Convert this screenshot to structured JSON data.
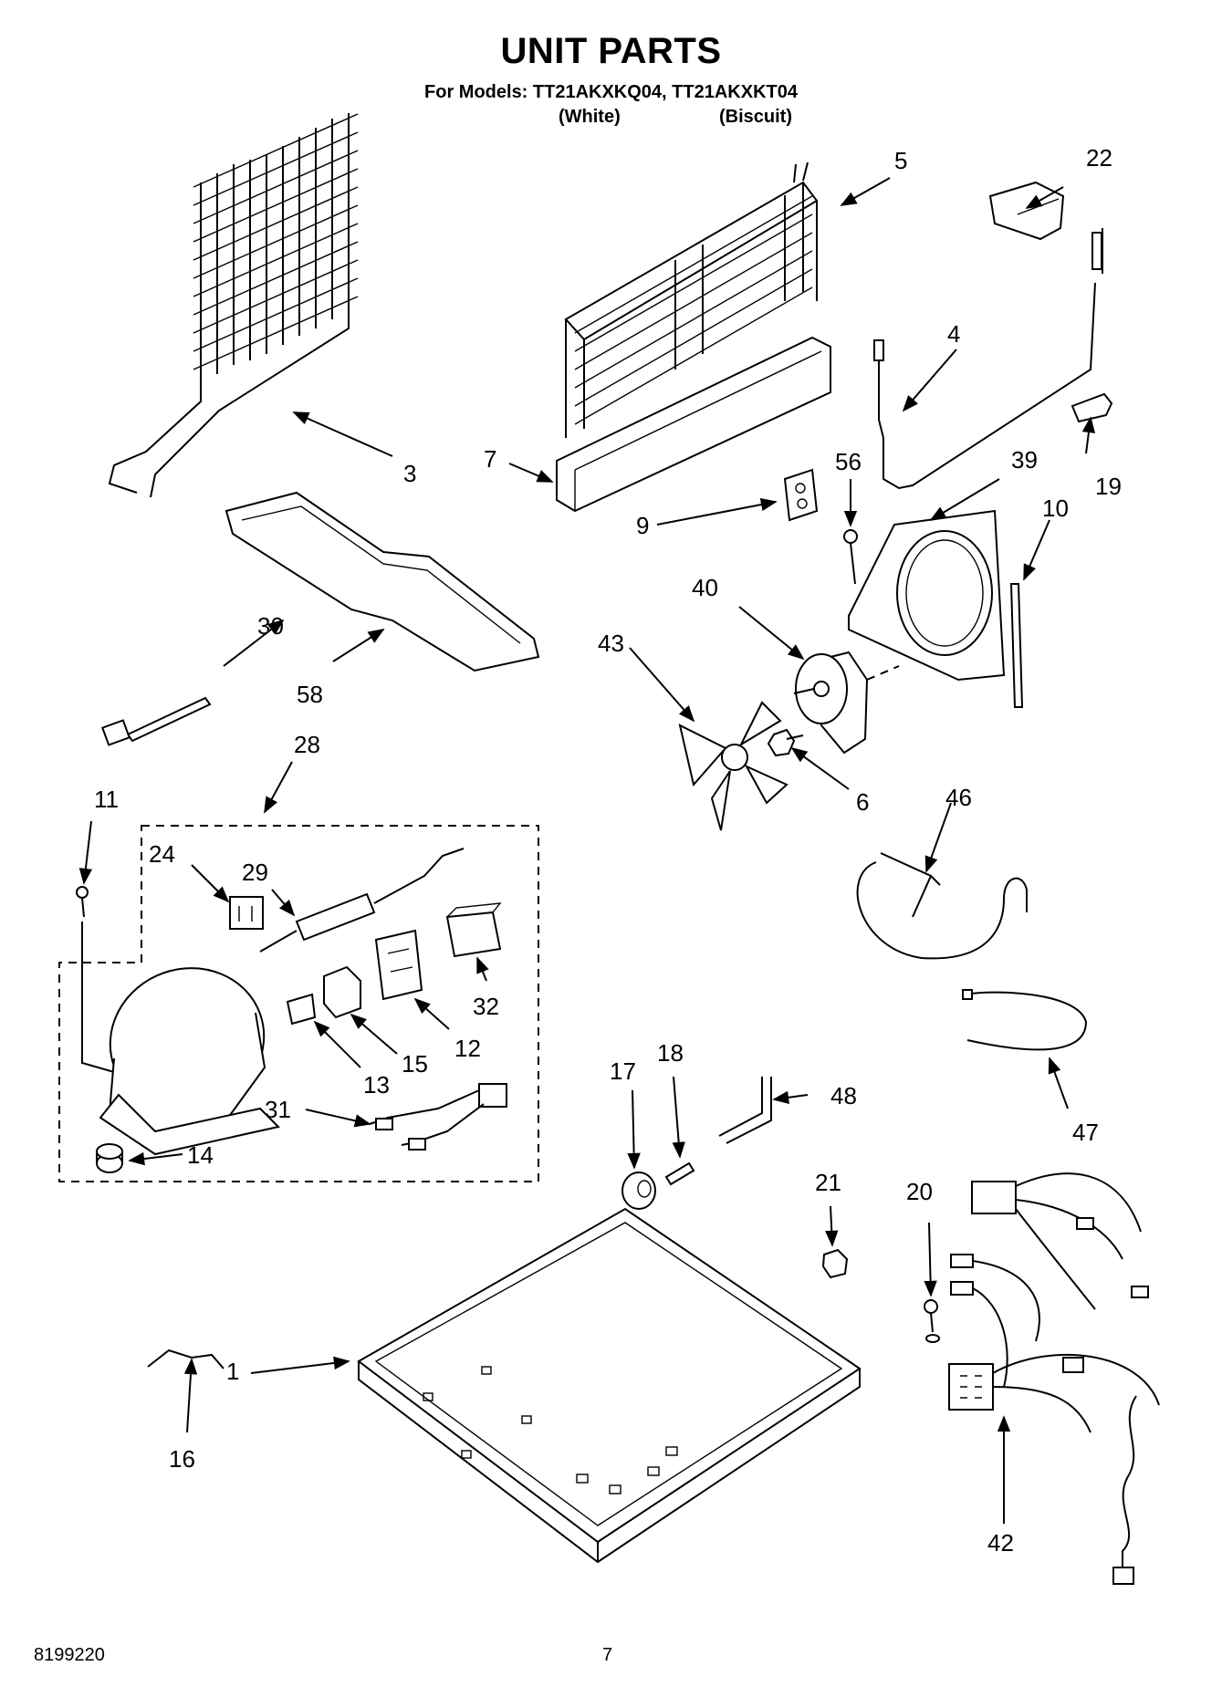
{
  "header": {
    "title": "UNIT PARTS",
    "models_line": "For Models: TT21AKXKQ04, TT21AKXKT04",
    "variant_white": "(White)",
    "variant_biscuit": "(Biscuit)"
  },
  "footer": {
    "document_number": "8199220",
    "page_number": "7"
  },
  "callouts": [
    "1",
    "3",
    "4",
    "5",
    "6",
    "7",
    "9",
    "10",
    "11",
    "12",
    "13",
    "14",
    "15",
    "16",
    "17",
    "18",
    "19",
    "20",
    "21",
    "22",
    "24",
    "28",
    "29",
    "30",
    "31",
    "32",
    "39",
    "40",
    "42",
    "43",
    "46",
    "47",
    "48",
    "56",
    "58"
  ]
}
